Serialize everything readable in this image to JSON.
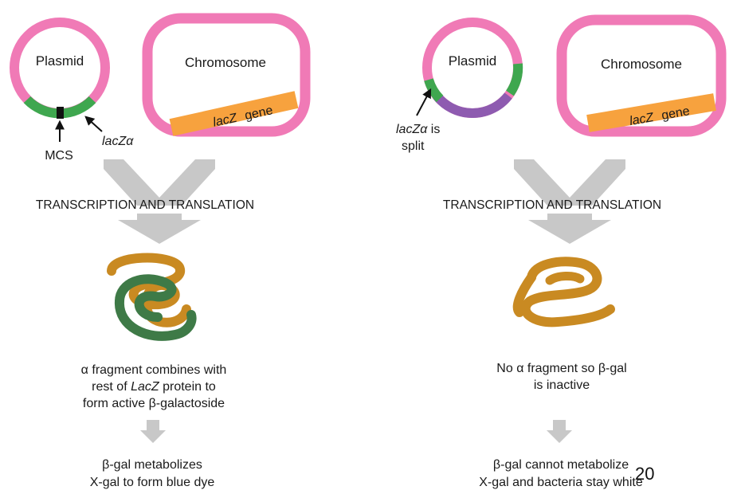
{
  "colors": {
    "plasmid_ring": "#f07ab6",
    "plasmid_inner": "#ffffff",
    "lacz_alpha": "#3fa74f",
    "mcs": "#111111",
    "insert": "#8e5bb0",
    "lacz_gene": "#f7a23e",
    "arrow": "#c8c8c8",
    "protein_gold": "#c98a22",
    "protein_green": "#3e7a47"
  },
  "left": {
    "plasmid_label": "Plasmid",
    "chromosome_label": "Chromosome",
    "lacz_gene_label_italic": "lacZ",
    "lacz_gene_label_rest": "gene",
    "mcs_label": "MCS",
    "lacz_alpha_label": "lacZα",
    "step_label": "TRANSCRIPTION AND TRANSLATION",
    "result_line1": "α fragment combines with",
    "result_line2_pre": "rest of ",
    "result_line2_italic": "LacZ",
    "result_line2_post": " protein to",
    "result_line3": "form active β-galactoside",
    "final_line1": "β-gal metabolizes",
    "final_line2": "X-gal to form blue dye"
  },
  "right": {
    "plasmid_label": "Plasmid",
    "chromosome_label": "Chromosome",
    "lacz_gene_label_italic": "lacZ",
    "lacz_gene_label_rest": "gene",
    "split_label_italic": "lacZα",
    "split_label_rest": " is",
    "split_label_line2": "split",
    "step_label": "TRANSCRIPTION AND TRANSLATION",
    "result_line1": "No α fragment so β-gal",
    "result_line2": "is inactive",
    "final_line1": "β-gal cannot metabolize",
    "final_line2": "X-gal and bacteria stay white"
  },
  "page_number": "20"
}
